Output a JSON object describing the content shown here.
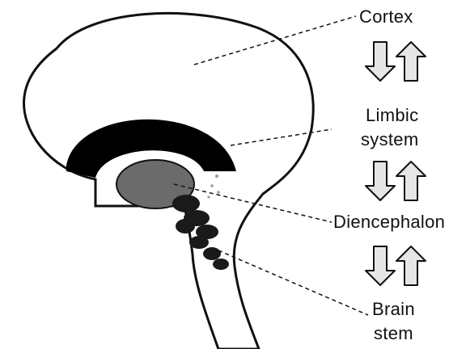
{
  "labels": {
    "cortex": "Cortex",
    "limbic_line1": "Limbic",
    "limbic_line2": "system",
    "diencephalon": "Diencephalon",
    "brainstem_line1": "Brain",
    "brainstem_line2": "stem"
  },
  "arrows": [
    {
      "between": [
        "Cortex",
        "Limbic system"
      ],
      "down": "hollow",
      "up": "hollow"
    },
    {
      "between": [
        "Limbic system",
        "Diencephalon"
      ],
      "down": "hollow",
      "up": "hollow"
    },
    {
      "between": [
        "Diencephalon",
        "Brain stem"
      ],
      "down": "hollow",
      "up": "hollow"
    }
  ],
  "colors": {
    "outline": "#111111",
    "limbic_band": "#000000",
    "diencephalon_fill": "#6b6b6b",
    "brainstem_fill": "#1a1a1a",
    "arrow_fill": "#e6e6e6",
    "background": "#ffffff"
  }
}
